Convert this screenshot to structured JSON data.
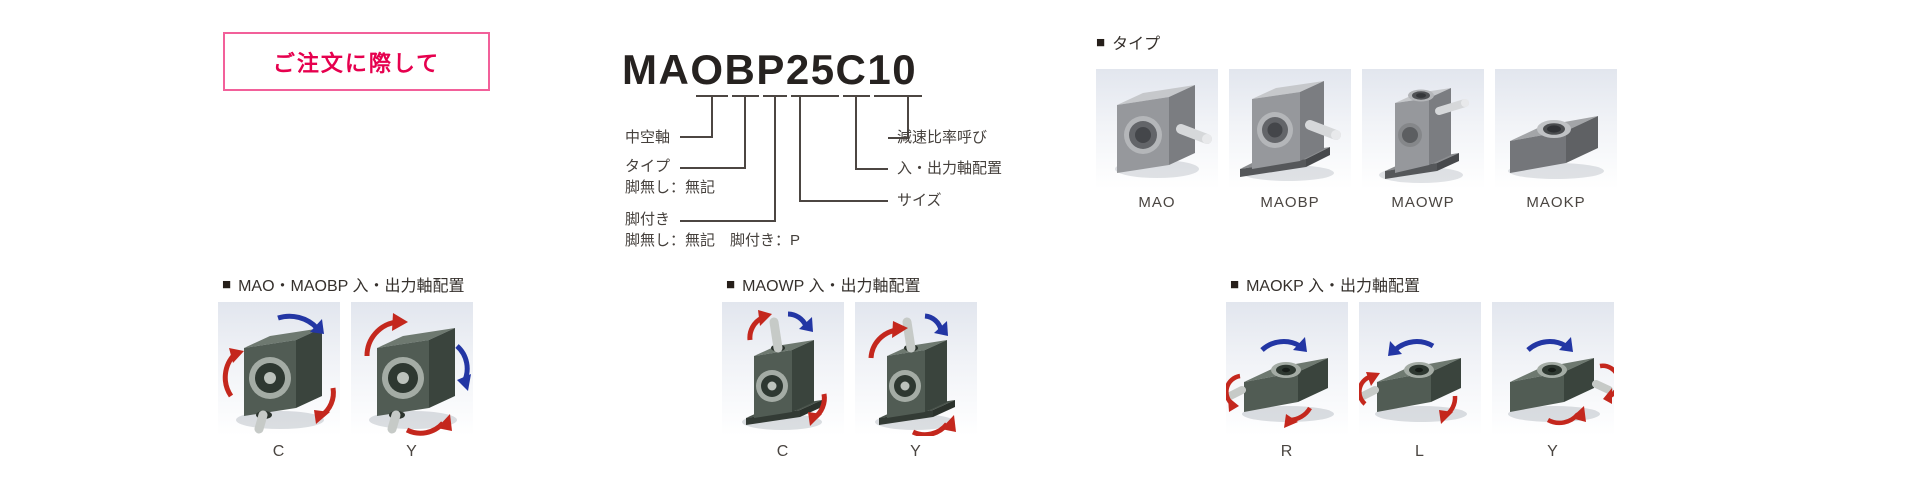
{
  "page": {
    "background": "#ffffff"
  },
  "colors": {
    "accent_pink": "#e6004e",
    "pink_border": "#f2609a",
    "callout_line": "#4c4642",
    "text_dark": "#45403c",
    "arrow_red": "#c4271d",
    "arrow_blue": "#2336a4"
  },
  "order_box": {
    "label": "ご注文に際して"
  },
  "model_breakdown": {
    "model_number": "MAOBP25C10",
    "left_labels": {
      "hollow_shaft": "中空軸",
      "type": "タイプ",
      "type_note": "脚無し：無記",
      "foot": "脚付き",
      "foot_note": "脚無し：無記　脚付き：P"
    },
    "right_labels": {
      "reduction_ratio": "減速比率呼び",
      "shaft_arrangement": "入・出力軸配置",
      "size": "サイズ"
    }
  },
  "type_section": {
    "marker": "■",
    "title": "タイプ",
    "items": [
      {
        "label": "MAO",
        "illustration": "gearbox-mao"
      },
      {
        "label": "MAOBP",
        "illustration": "gearbox-maobp"
      },
      {
        "label": "MAOWP",
        "illustration": "gearbox-maowp"
      },
      {
        "label": "MAOKP",
        "illustration": "gearbox-maokp"
      }
    ]
  },
  "arrangement_sections": [
    {
      "marker": "■",
      "title": "MAO・MAOBP 入・出力軸配置",
      "items": [
        {
          "label": "C",
          "illustration": "gearbox-arr-c"
        },
        {
          "label": "Y",
          "illustration": "gearbox-arr-y"
        }
      ]
    },
    {
      "marker": "■",
      "title": "MAOWP 入・出力軸配置",
      "items": [
        {
          "label": "C",
          "illustration": "gearbox-arr-wc"
        },
        {
          "label": "Y",
          "illustration": "gearbox-arr-wy"
        }
      ]
    },
    {
      "marker": "■",
      "title": "MAOKP 入・出力軸配置",
      "items": [
        {
          "label": "R",
          "illustration": "gearbox-arr-r"
        },
        {
          "label": "L",
          "illustration": "gearbox-arr-l"
        },
        {
          "label": "Y",
          "illustration": "gearbox-arr-ky"
        }
      ]
    }
  ]
}
